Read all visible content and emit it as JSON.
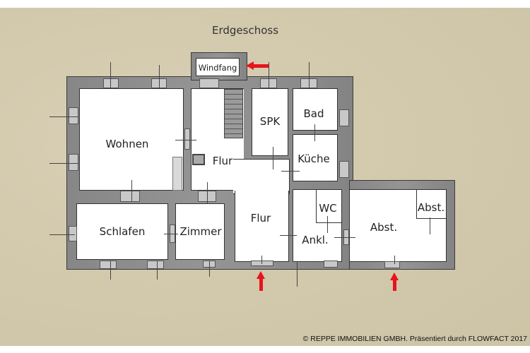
{
  "title": "Erdgeschoss",
  "rooms": {
    "windfang": "Windfang",
    "wohnen": "Wohnen",
    "flur_upper": "Flur",
    "flur_lower": "Flur",
    "spk": "SPK",
    "bad": "Bad",
    "kueche": "Küche",
    "schlafen": "Schlafen",
    "zimmer": "Zimmer",
    "wc": "WC",
    "ankl": "Ankl.",
    "abst_main": "Abst.",
    "abst_small": "Abst."
  },
  "entrances": {
    "arrow_color": "#e8141a",
    "count": 3
  },
  "footer": {
    "copyright": "© REPPE IMMOBILIEN GMBH. Präsentiert durch FLOWFACT 2017"
  },
  "colors": {
    "background": "#d3c9ad",
    "wall": "#8f8f8f",
    "room_fill": "#ffffff"
  }
}
